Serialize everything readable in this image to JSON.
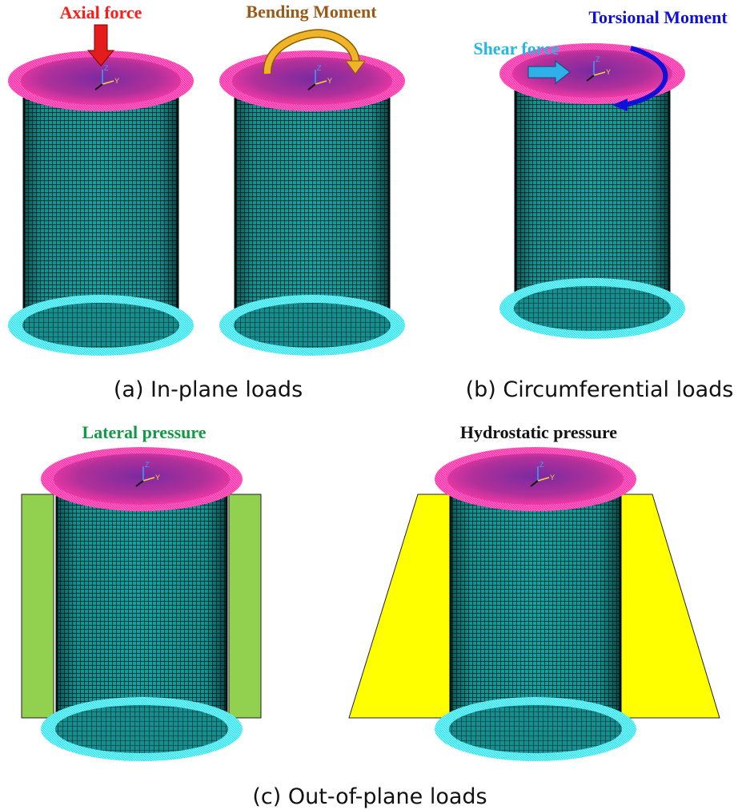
{
  "panels": {
    "in_plane": {
      "caption": "(a) In-plane loads",
      "axial_label": "Axial force",
      "bending_label": "Bending Moment"
    },
    "circumferential": {
      "caption": "(b) Circumferential loads",
      "torsional_label": "Torsional Moment",
      "shear_label": "Shear force"
    },
    "out_of_plane": {
      "caption": "(c) Out-of-plane loads",
      "lateral_label": "Lateral pressure",
      "hydrostatic_label": "Hydrostatic pressure"
    }
  },
  "axis_triad": {
    "z": "Z",
    "y": "Y"
  },
  "colors": {
    "axial": "#ff1a1a",
    "bending": "#9a5a1a",
    "bending_arrow": "#e8a820",
    "torsional": "#1010d8",
    "shear": "#22b6e6",
    "lateral": "#119944",
    "lateral_block": "#92d050",
    "hydrostatic_block": "#ffff00",
    "shell_mesh": "#0b8a8a",
    "top_ring": "#ff2aa8",
    "top_face": "#a02a9a",
    "bottom_ring": "#30e6f0"
  }
}
